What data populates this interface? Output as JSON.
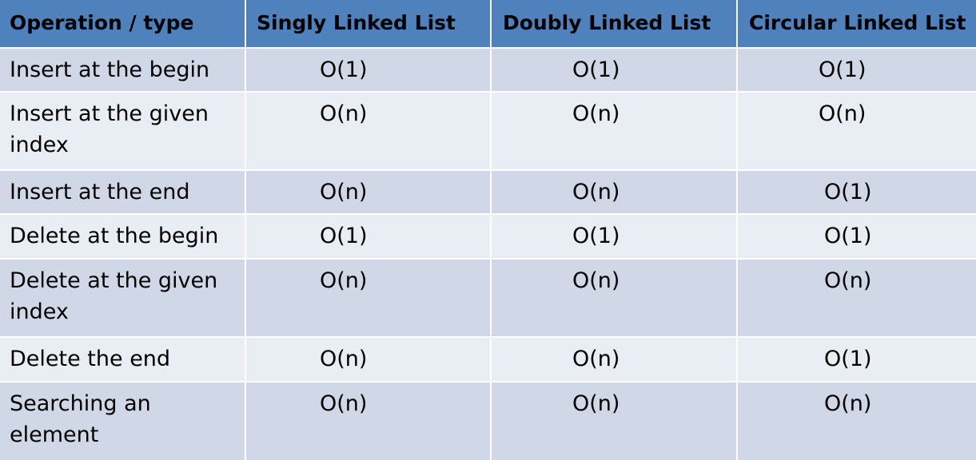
{
  "table": {
    "headers": [
      "Operation / type",
      "Singly Linked List",
      "Doubly Linked List",
      "Circular Linked List"
    ],
    "rows": [
      {
        "operation": "Insert at the begin",
        "singly": "O(1)",
        "doubly": "O(1)",
        "circular": "O(1)"
      },
      {
        "operation": "Insert at the given index",
        "singly": "O(n)",
        "doubly": "O(n)",
        "circular": "O(n)"
      },
      {
        "operation": "Insert at the end",
        "singly": "O(n)",
        "doubly": "O(n)",
        "circular": "O(1)"
      },
      {
        "operation": "Delete at the begin",
        "singly": "O(1)",
        "doubly": "O(1)",
        "circular": "O(1)"
      },
      {
        "operation": "Delete at the given index",
        "singly": "O(n)",
        "doubly": "O(n)",
        "circular": "O(n)"
      },
      {
        "operation": "Delete the end",
        "singly": "O(n)",
        "doubly": "O(n)",
        "circular": "O(1)"
      },
      {
        "operation": "Searching an element",
        "singly": "O(n)",
        "doubly": "O(n)",
        "circular": "O(n)"
      }
    ],
    "colors": {
      "header_bg": "#4f81bd",
      "row_dark_bg": "#d0d8e8",
      "row_light_bg": "#e9edf4"
    }
  }
}
